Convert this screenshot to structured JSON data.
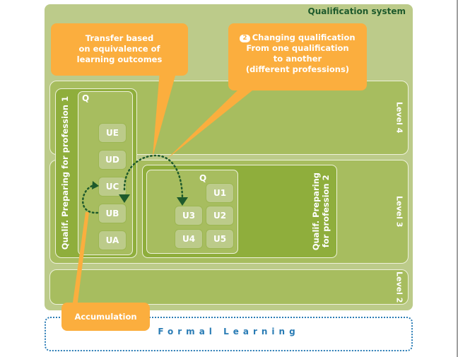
{
  "title": "Qualification system",
  "levels": [
    {
      "label": "Level 4"
    },
    {
      "label": "Level 3"
    },
    {
      "label": "Level 2"
    }
  ],
  "qualification1": {
    "label": "Qualif. Preparing for profession 1",
    "q_label": "Q",
    "units": [
      "UE",
      "UD",
      "UC",
      "UB",
      "UA"
    ]
  },
  "qualification2": {
    "label_line1": "Qualif. Preparing",
    "label_line2": "for profession 2",
    "q_label": "Q",
    "units": [
      "U1",
      "U2",
      "U3",
      "U4",
      "U5"
    ]
  },
  "callouts": {
    "transfer": {
      "line1": "Transfer based",
      "line2": "on equivalence of",
      "line3": "learning outcomes"
    },
    "changing": {
      "badge": "2",
      "line1": "Changing qualification",
      "line2": "From one qualification",
      "line3": "to another",
      "line4": "(different professions)"
    },
    "accumulation": {
      "text": "Accumulation"
    }
  },
  "formal_learning": {
    "label": "Formal Learning"
  },
  "colors": {
    "frame": "#bccb8a",
    "level": "#a7bd5f",
    "qualification": "#8fae3c",
    "unit": "#bccb8a",
    "callout": "#fbae3e",
    "arrow": "#1e5a2c",
    "title": "#1e5a2c",
    "formal_learning": "#2a7cb5"
  }
}
